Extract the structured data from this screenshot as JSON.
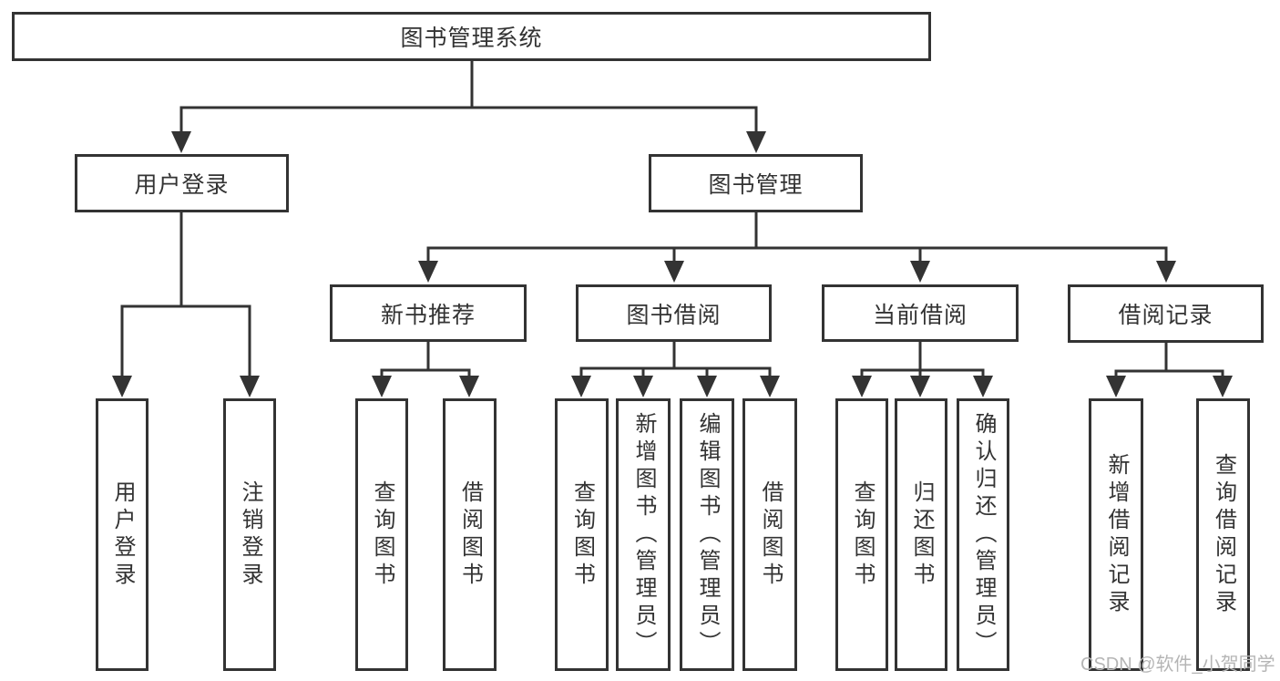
{
  "diagram": {
    "type": "hierarchy",
    "root": {
      "label": "图书管理系统"
    },
    "branches": [
      {
        "label": "用户登录",
        "children": [
          {
            "label": "用户登录"
          },
          {
            "label": "注销登录"
          }
        ]
      },
      {
        "label": "图书管理",
        "children": [
          {
            "label": "新书推荐",
            "children": [
              {
                "label": "查询图书"
              },
              {
                "label": "借阅图书"
              }
            ]
          },
          {
            "label": "图书借阅",
            "children": [
              {
                "label": "查询图书"
              },
              {
                "label": "新增图书（管理员）"
              },
              {
                "label": "编辑图书（管理员）"
              },
              {
                "label": "借阅图书"
              }
            ]
          },
          {
            "label": "当前借阅",
            "children": [
              {
                "label": "查询图书"
              },
              {
                "label": "归还图书"
              },
              {
                "label": "确认归还（管理员）"
              }
            ]
          },
          {
            "label": "借阅记录",
            "children": [
              {
                "label": "新增借阅记录"
              },
              {
                "label": "查询借阅记录"
              }
            ]
          }
        ]
      }
    ]
  },
  "watermark": "CSDN @软件_小贺同学",
  "colors": {
    "line": "#333333",
    "box_border": "#333333",
    "text": "#333333",
    "watermark": "#b5b5b5",
    "background": "#ffffff"
  }
}
